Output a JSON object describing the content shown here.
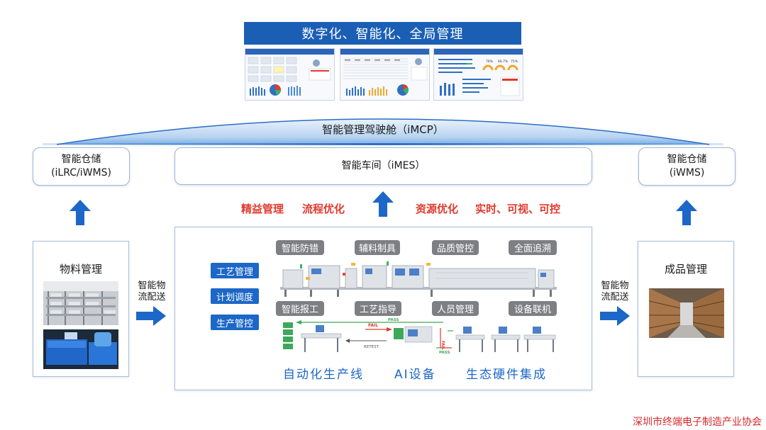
{
  "top": {
    "banner": "数字化、智能化、全局管理",
    "cockpit": "智能管理驾驶舱（iMCP）",
    "dash_pcts": [
      "78%",
      "66.7%",
      "75%"
    ]
  },
  "row2": {
    "left": {
      "line1": "智能仓储",
      "line2": "(iLRC/iWMS)"
    },
    "center": "智能车间（iMES）",
    "right": {
      "line1": "智能仓储",
      "line2": "(iWMS)"
    }
  },
  "benefits": [
    "精益管理",
    "流程优化",
    "资源优化",
    "实时、可视、可控"
  ],
  "left_panel": {
    "title": "物料管理"
  },
  "right_panel": {
    "title": "成品管理"
  },
  "flow_label": {
    "line1": "智能物",
    "line2": "流配送"
  },
  "center_panel": {
    "side_tags": [
      "工艺管理",
      "计划调度",
      "生产管控"
    ],
    "top_tags": [
      "智能防错",
      "辅料制具",
      "品质管控",
      "全面追溯"
    ],
    "mid_tags": [
      "智能报工",
      "工艺指导",
      "人员管理",
      "设备联机"
    ],
    "line_labels": {
      "fail": "FAIL",
      "pass": "PASS",
      "retest": "RETEST"
    },
    "bottom": [
      "自动化生产线",
      "AI设备",
      "生态硬件集成"
    ]
  },
  "footer": "深圳市终端电子制造产业协会",
  "colors": {
    "accent": "#1c67c7",
    "red": "#e03a2e",
    "banner": "#1b5fb5"
  }
}
